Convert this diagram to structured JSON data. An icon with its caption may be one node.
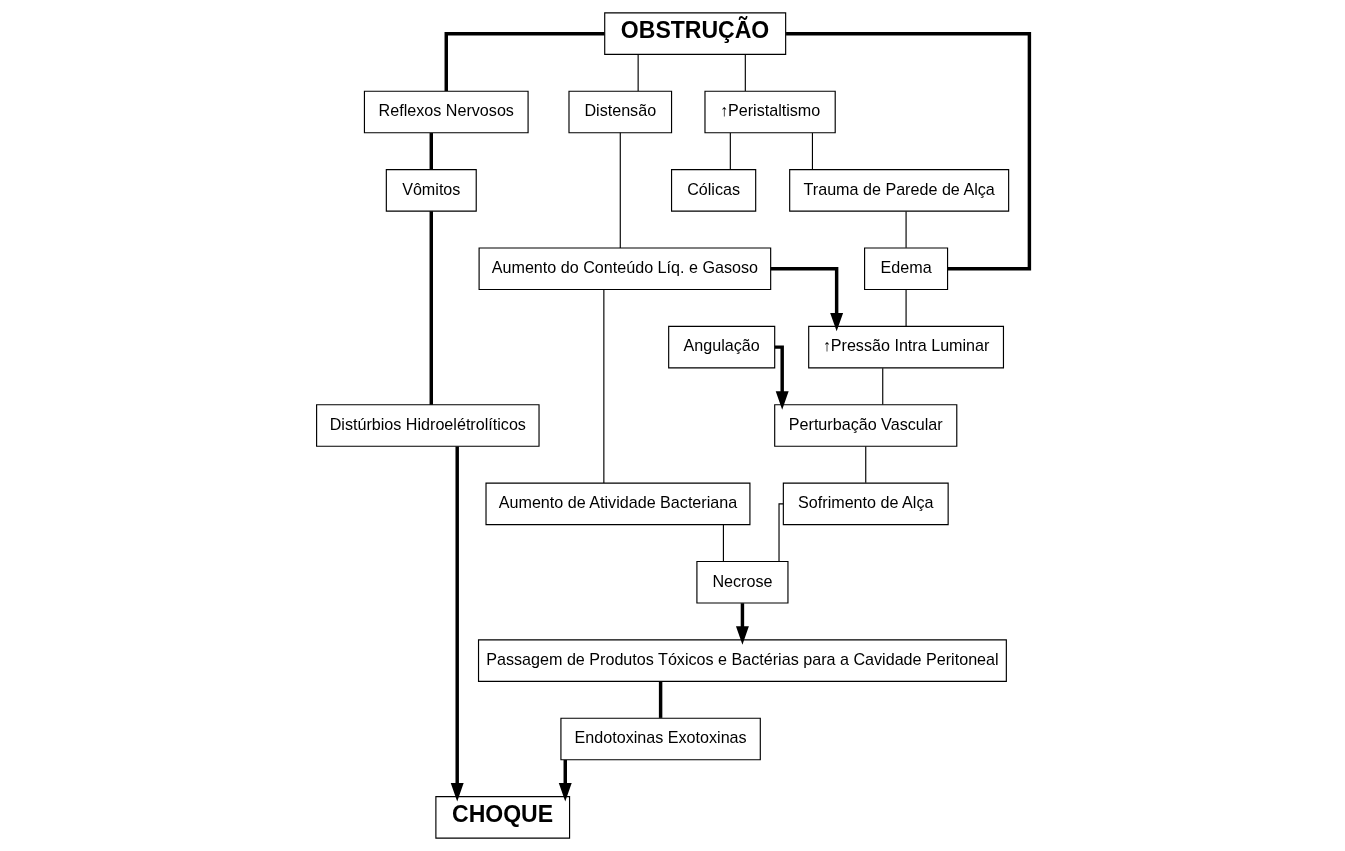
{
  "diagram": {
    "nodes": [
      {
        "text": [
          "OBSTRUÇÃO"
        ]
      },
      {
        "text": [
          "↑Peristaltismo"
        ]
      },
      {
        "text": [
          "Cólicas"
        ]
      },
      {
        "text": [
          "Reflexos Nervosos"
        ]
      },
      {
        "text": [
          "Distensão"
        ]
      },
      {
        "text": [
          "Trauma de Parede de Alça"
        ]
      },
      {
        "text": [
          "Vômitos"
        ]
      },
      {
        "text": [
          "Aumento do Conteúdo Líq. e Gasoso"
        ]
      },
      {
        "text": [
          "Edema"
        ]
      },
      {
        "text": [
          "Distúrbios Hidroelétrolíticos"
        ]
      },
      {
        "text": [
          "Aumento de Atividade Bacteriana"
        ]
      },
      {
        "text": [
          "↑Pressão Intra Luminar"
        ]
      },
      {
        "text": [
          "CHOQUE"
        ]
      },
      {
        "text": [
          "Angulação"
        ]
      },
      {
        "text": [
          "Perturbação Vascular"
        ]
      },
      {
        "text": [
          "Endotoxinas Exotoxinas"
        ]
      },
      {
        "text": [
          "Sofrimento de Alça"
        ]
      },
      {
        "text": [
          "Passagem de Produtos Tóxicos e Bactérias para a Cavidade Peritoneal"
        ]
      },
      {
        "text": [
          "Necrose"
        ]
      }
    ],
    "edges": [
      {
        "from": 0,
        "to": 3,
        "arrow": "none",
        "style": "thick"
      },
      {
        "from": 0,
        "to": 4,
        "arrow": "none"
      },
      {
        "from": 0,
        "to": 1,
        "arrow": "none"
      },
      {
        "from": 0,
        "to": 8,
        "arrow": "none",
        "style": "thick"
      },
      {
        "from": 1,
        "to": 2,
        "arrow": "none"
      },
      {
        "from": 1,
        "to": 5,
        "arrow": "none"
      },
      {
        "from": 3,
        "to": 6,
        "arrow": "none",
        "style": "thick"
      },
      {
        "from": 6,
        "to": 9,
        "arrow": "none",
        "style": "thick"
      },
      {
        "from": 9,
        "to": 12,
        "arrow": "to",
        "style": "thick"
      },
      {
        "from": 4,
        "to": 7,
        "arrow": "none"
      },
      {
        "from": 7,
        "to": 10,
        "arrow": "none"
      },
      {
        "from": 7,
        "to": 11,
        "arrow": "to",
        "style": "thick"
      },
      {
        "from": 5,
        "to": 8,
        "arrow": "none"
      },
      {
        "from": 8,
        "to": 11,
        "arrow": "none"
      },
      {
        "from": 11,
        "to": 14,
        "arrow": "none"
      },
      {
        "from": 13,
        "to": 14,
        "arrow": "to",
        "style": "thick"
      },
      {
        "from": 14,
        "to": 16,
        "arrow": "none"
      },
      {
        "from": 16,
        "to": 18,
        "arrow": "none"
      },
      {
        "from": 10,
        "to": 18,
        "arrow": "none"
      },
      {
        "from": 18,
        "to": 17,
        "arrow": "to",
        "style": "thick"
      },
      {
        "from": 17,
        "to": 15,
        "arrow": "none",
        "style": "thick"
      },
      {
        "from": 15,
        "to": 12,
        "arrow": "to",
        "style": "thick"
      }
    ]
  }
}
